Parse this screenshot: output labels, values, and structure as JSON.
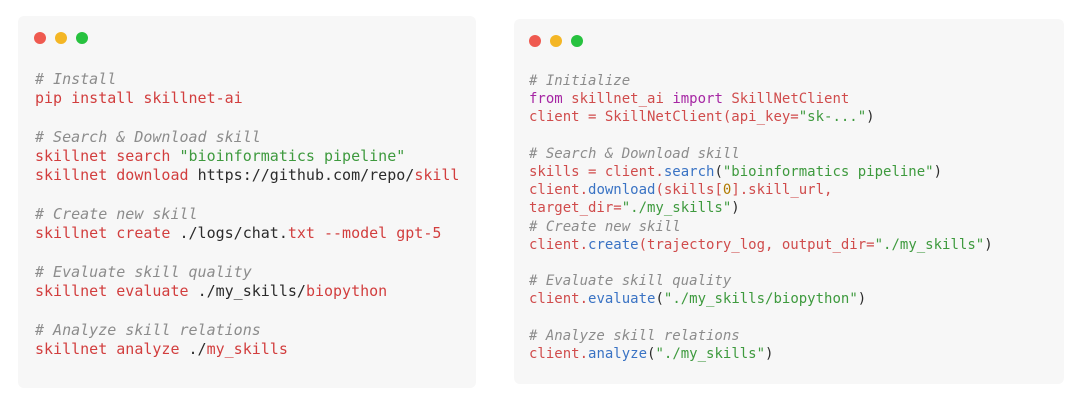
{
  "cli_panel": {
    "sections": [
      {
        "comment": "# Install",
        "lines": [
          [
            {
              "t": "pip install skillnet-ai",
              "c": "cmd"
            }
          ]
        ]
      },
      {
        "comment": "# Search & Download skill",
        "lines": [
          [
            {
              "t": "skillnet search ",
              "c": "cmd"
            },
            {
              "t": "\"bioinformatics pipeline\"",
              "c": "str"
            }
          ],
          [
            {
              "t": "skillnet download ",
              "c": "cmd"
            },
            {
              "t": "https://github.com/repo/",
              "c": "arg"
            },
            {
              "t": "skill",
              "c": "cmd"
            }
          ]
        ]
      },
      {
        "comment": "# Create new skill",
        "lines": [
          [
            {
              "t": "skillnet create ",
              "c": "cmd"
            },
            {
              "t": "./logs/chat.",
              "c": "arg"
            },
            {
              "t": "txt",
              "c": "cmd"
            },
            {
              "t": " --model ",
              "c": "cmd"
            },
            {
              "t": "gpt-5",
              "c": "cmd"
            }
          ]
        ]
      },
      {
        "comment": "# Evaluate skill quality",
        "lines": [
          [
            {
              "t": "skillnet evaluate ",
              "c": "cmd"
            },
            {
              "t": "./my_skills/",
              "c": "arg"
            },
            {
              "t": "biopython",
              "c": "cmd"
            }
          ]
        ]
      },
      {
        "comment": "# Analyze skill relations",
        "lines": [
          [
            {
              "t": "skillnet analyze ",
              "c": "cmd"
            },
            {
              "t": "./",
              "c": "arg"
            },
            {
              "t": "my_skills",
              "c": "cmd"
            }
          ]
        ]
      }
    ]
  },
  "py_panel": {
    "sections": [
      {
        "comment": "# Initialize",
        "lines": [
          [
            {
              "t": "from ",
              "c": "kw"
            },
            {
              "t": "skillnet_ai ",
              "c": "var"
            },
            {
              "t": "import ",
              "c": "kw"
            },
            {
              "t": "SkillNetClient",
              "c": "var"
            }
          ],
          [
            {
              "t": "client = SkillNetClient(",
              "c": "var"
            },
            {
              "t": "api_key=",
              "c": "var"
            },
            {
              "t": "\"sk-...\"",
              "c": "str"
            },
            {
              "t": ")",
              "c": "txt"
            }
          ]
        ]
      },
      {
        "comment": "# Search & Download skill",
        "lines": [
          [
            {
              "t": "skills = client.",
              "c": "var"
            },
            {
              "t": "search",
              "c": "fn"
            },
            {
              "t": "(",
              "c": "txt"
            },
            {
              "t": "\"bioinformatics pipeline\"",
              "c": "str"
            },
            {
              "t": ")",
              "c": "txt"
            }
          ],
          [
            {
              "t": "client.",
              "c": "var"
            },
            {
              "t": "download",
              "c": "fn"
            },
            {
              "t": "(skills[",
              "c": "var"
            },
            {
              "t": "0",
              "c": "num"
            },
            {
              "t": "].skill_url,",
              "c": "var"
            }
          ],
          [
            {
              "t": "target_dir=",
              "c": "var"
            },
            {
              "t": "\"./my_skills\"",
              "c": "str"
            },
            {
              "t": ")",
              "c": "txt"
            }
          ]
        ],
        "no_gap_after": true
      },
      {
        "comment": "# Create new skill",
        "lines": [
          [
            {
              "t": "client.",
              "c": "var"
            },
            {
              "t": "create",
              "c": "fn"
            },
            {
              "t": "(trajectory_log, output_dir=",
              "c": "var"
            },
            {
              "t": "\"./my_skills\"",
              "c": "str"
            },
            {
              "t": ")",
              "c": "txt"
            }
          ]
        ]
      },
      {
        "comment": "# Evaluate skill quality",
        "lines": [
          [
            {
              "t": "client.",
              "c": "var"
            },
            {
              "t": "evaluate",
              "c": "fn"
            },
            {
              "t": "(",
              "c": "txt"
            },
            {
              "t": "\"./my_skills/biopython\"",
              "c": "str"
            },
            {
              "t": ")",
              "c": "txt"
            }
          ]
        ]
      },
      {
        "comment": "# Analyze skill relations",
        "lines": [
          [
            {
              "t": "client.",
              "c": "var"
            },
            {
              "t": "analyze",
              "c": "fn"
            },
            {
              "t": "(",
              "c": "txt"
            },
            {
              "t": "\"./my_skills\"",
              "c": "str"
            },
            {
              "t": ")",
              "c": "txt"
            }
          ]
        ]
      }
    ]
  },
  "colors": {
    "red_dot": "#ef5a50",
    "yellow_dot": "#f4b625",
    "green_dot": "#27c23f",
    "comment": "#8c8c8c",
    "command": "#d23e3e",
    "string": "#3e9a3e",
    "keyword": "#a626a4",
    "function": "#3a73c4"
  },
  "icons": {
    "window_controls": [
      "close-dot-icon",
      "minimize-dot-icon",
      "maximize-dot-icon"
    ]
  }
}
